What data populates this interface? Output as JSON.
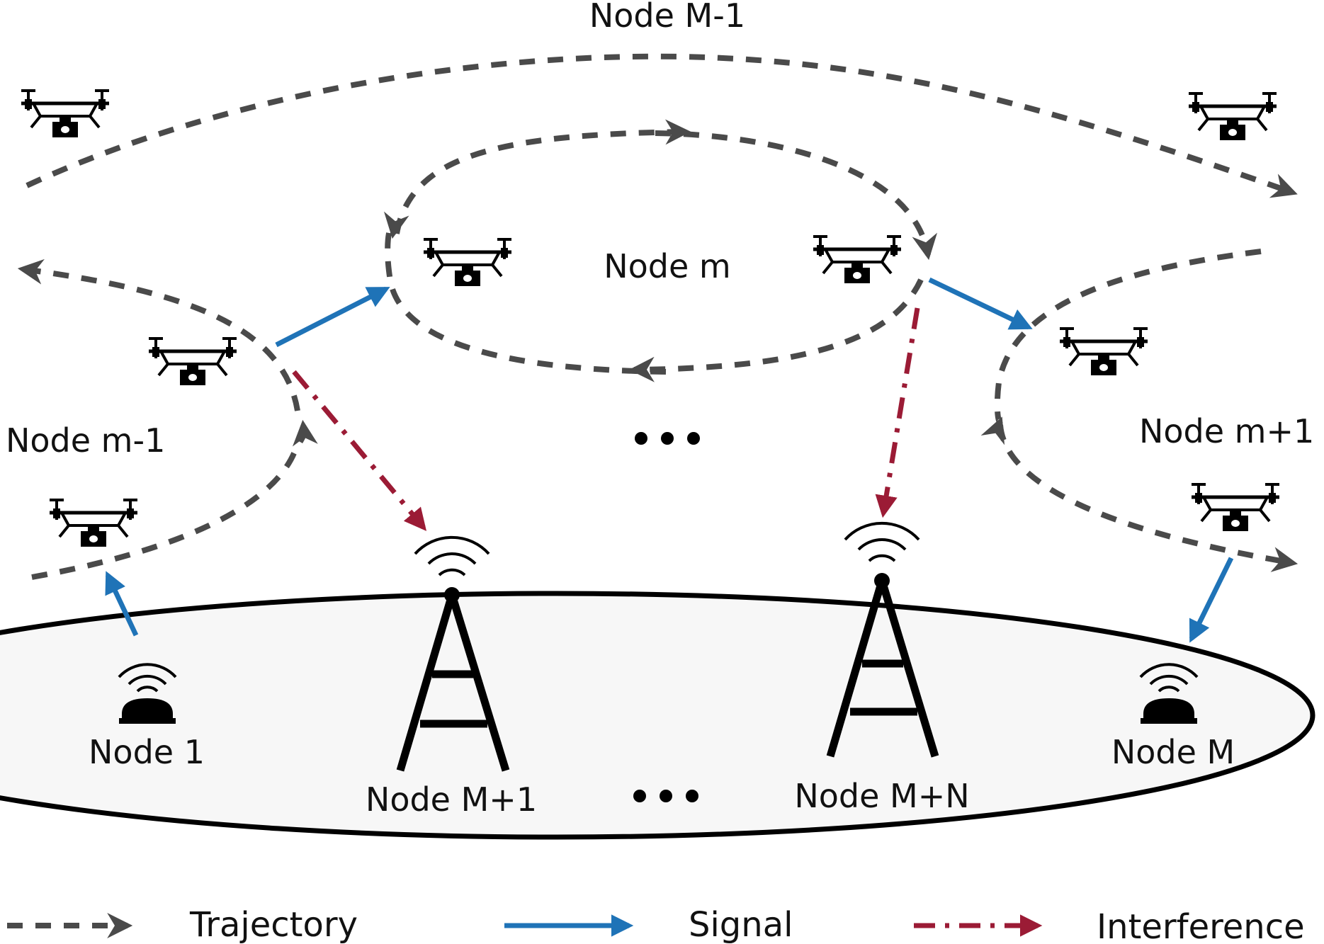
{
  "nodes": {
    "node_m_minus_1_upper": "Node M-1",
    "node_m": "Node m",
    "node_m_minus_1": "Node m-1",
    "node_m_plus_1": "Node m+1",
    "node_1": "Node 1",
    "node_M_plus_1": "Node M+1",
    "node_M_plus_N": "Node M+N",
    "node_M": "Node M"
  },
  "legend": {
    "trajectory": "Trajectory",
    "signal": "Signal",
    "interference": "Interference"
  },
  "colors": {
    "trajectory": "#4a4a4a",
    "signal": "#1f73b7",
    "interference": "#9b1b35",
    "ground": "#f7f7f7"
  },
  "icons": {
    "uav": "drone-camera-icon",
    "ground_node": "beacon-icon",
    "base_station": "tower-icon"
  }
}
